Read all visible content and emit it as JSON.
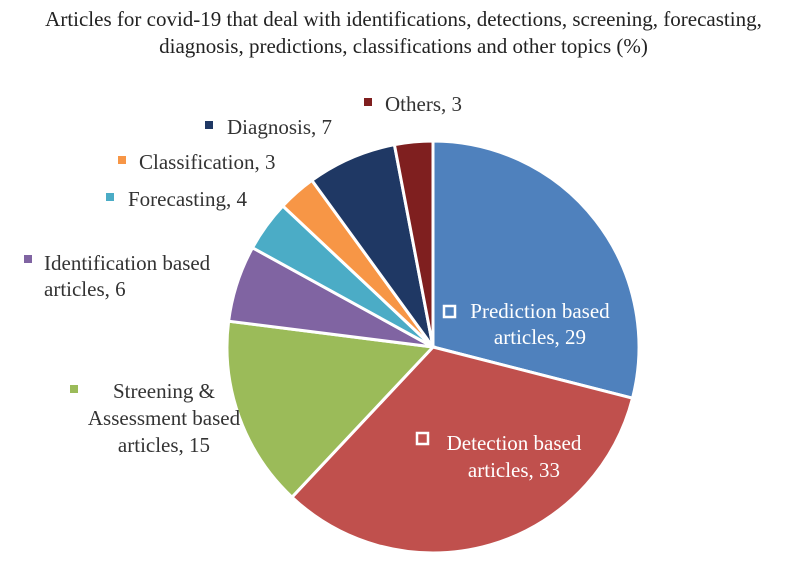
{
  "chart_data": {
    "type": "pie",
    "title_lines": [
      "Articles for covid-19 that deal with identifications, detections, screening,  forecasting,",
      "diagnosis, predictions, classifications and other topics (%)"
    ],
    "slices": [
      {
        "label_lines": [
          "Prediction based",
          "articles, 29"
        ],
        "value": 29,
        "color": "#4f81bd"
      },
      {
        "label_lines": [
          "Detection based",
          "articles, 33"
        ],
        "value": 33,
        "color": "#c0504d"
      },
      {
        "label_lines": [
          "Streening  &",
          "Assessment based",
          "articles, 15"
        ],
        "value": 15,
        "color": "#9bbb59"
      },
      {
        "label_lines": [
          "Identification based",
          "articles, 6"
        ],
        "value": 6,
        "color": "#8064a2"
      },
      {
        "label_lines": [
          "Forecasting, 4"
        ],
        "value": 4,
        "color": "#4bacc6"
      },
      {
        "label_lines": [
          "Classification, 3"
        ],
        "value": 3,
        "color": "#f79646"
      },
      {
        "label_lines": [
          "Diagnosis, 7"
        ],
        "value": 7,
        "color": "#1f3864"
      },
      {
        "label_lines": [
          "Others, 3"
        ],
        "value": 3,
        "color": "#7f1f1f"
      }
    ]
  }
}
